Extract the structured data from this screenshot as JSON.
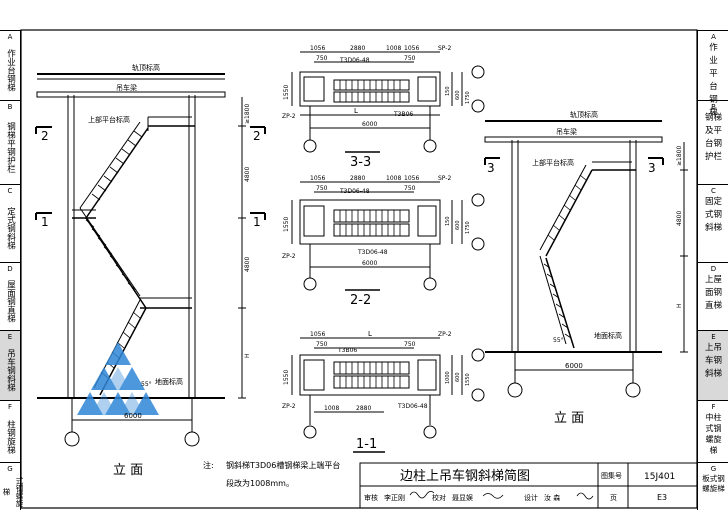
{
  "left_tabs": [
    {
      "letter": "A",
      "text": "作业台钢梯"
    },
    {
      "letter": "B",
      "text": "钢梯平钢护栏"
    },
    {
      "letter": "C",
      "text": "定式钢斜梯"
    },
    {
      "letter": "D",
      "text": "屋面钢直梯"
    },
    {
      "letter": "E",
      "text": "吊车钢斜梯"
    },
    {
      "letter": "F",
      "text": "柱钢旋梯"
    },
    {
      "letter": "G",
      "text": "式钢螺旋梯"
    }
  ],
  "right_tabs": [
    {
      "letter": "A",
      "text": "作业平台钢梯"
    },
    {
      "letter": "B",
      "text": "钢梯及平台钢护栏"
    },
    {
      "letter": "C",
      "text": "固定式钢斜梯"
    },
    {
      "letter": "D",
      "text": "上屋面钢直梯"
    },
    {
      "letter": "E",
      "text": "上吊车钢斜梯"
    },
    {
      "letter": "F",
      "text": "中柱式钢螺旋梯"
    },
    {
      "letter": "G",
      "text": "板式钢螺旋梯"
    }
  ],
  "left_elevation": {
    "rail_top": "轨顶标高",
    "crane_beam": "吊车梁",
    "upper_platform": "上部平台标高",
    "ground": "地面标高",
    "angle": "55°",
    "width": "6000",
    "dims": [
      "≥1800",
      "4800",
      "4800",
      "H"
    ],
    "section_marks": [
      "2",
      "2",
      "1",
      "1"
    ],
    "title": "立 面"
  },
  "right_elevation": {
    "rail_top": "轨顶标高",
    "crane_beam": "吊车梁",
    "upper_platform": "上部平台标高",
    "ground": "地面标高",
    "angle": "55°",
    "width": "6000",
    "dims": [
      "≥1800",
      "4800",
      "H"
    ],
    "section_marks": [
      "3",
      "3"
    ],
    "title": "立 面"
  },
  "section_33": {
    "title": "3-3",
    "top_dims": [
      "1056",
      "2880",
      "1008",
      "750",
      "750",
      "1056"
    ],
    "labels": {
      "sp": "SP-2",
      "zp": "ZP-2",
      "stair": "T3D06-48",
      "stair2": "T3B06",
      "L": "L",
      "width": "6000"
    },
    "side_dims": [
      "1550",
      "150",
      "600",
      "1750"
    ]
  },
  "section_22": {
    "title": "2-2",
    "top_dims": [
      "1056",
      "2880",
      "1008",
      "750",
      "750",
      "1056"
    ],
    "labels": {
      "sp": "SP-2",
      "zp": "ZP-2",
      "stair": "T3D06-48",
      "stair2": "T3D06-48",
      "width": "6000"
    },
    "side_dims": [
      "1550",
      "150",
      "600",
      "1750"
    ]
  },
  "section_11": {
    "title": "1-1",
    "top_dims": [
      "1056",
      "L",
      "750",
      "750"
    ],
    "bottom_dims": [
      "1008",
      "2880"
    ],
    "labels": {
      "zp": "ZP-2",
      "zp2": "ZP-2",
      "stair": "T3B06",
      "stair2": "T3D06-48"
    },
    "side_dims": [
      "1550",
      "1000",
      "600",
      "1550"
    ]
  },
  "note": {
    "label": "注:",
    "line1": "钢斜梯T3D06槽钢梯梁上端平台",
    "line2": "段改为1008mm。"
  },
  "titleblock": {
    "title": "边柱上吊车钢斜梯简图",
    "atlas_label": "图集号",
    "atlas_no": "15J401",
    "review": "审核",
    "reviewer": "李正刚",
    "check": "校对",
    "checker": "聂显娱",
    "design": "设计",
    "designer": "汝 森",
    "page_label": "页",
    "page_no": "E3"
  },
  "colors": {
    "line": "#000000",
    "watermark": "#2f86d6",
    "active_tab": "#d9d9d9"
  }
}
